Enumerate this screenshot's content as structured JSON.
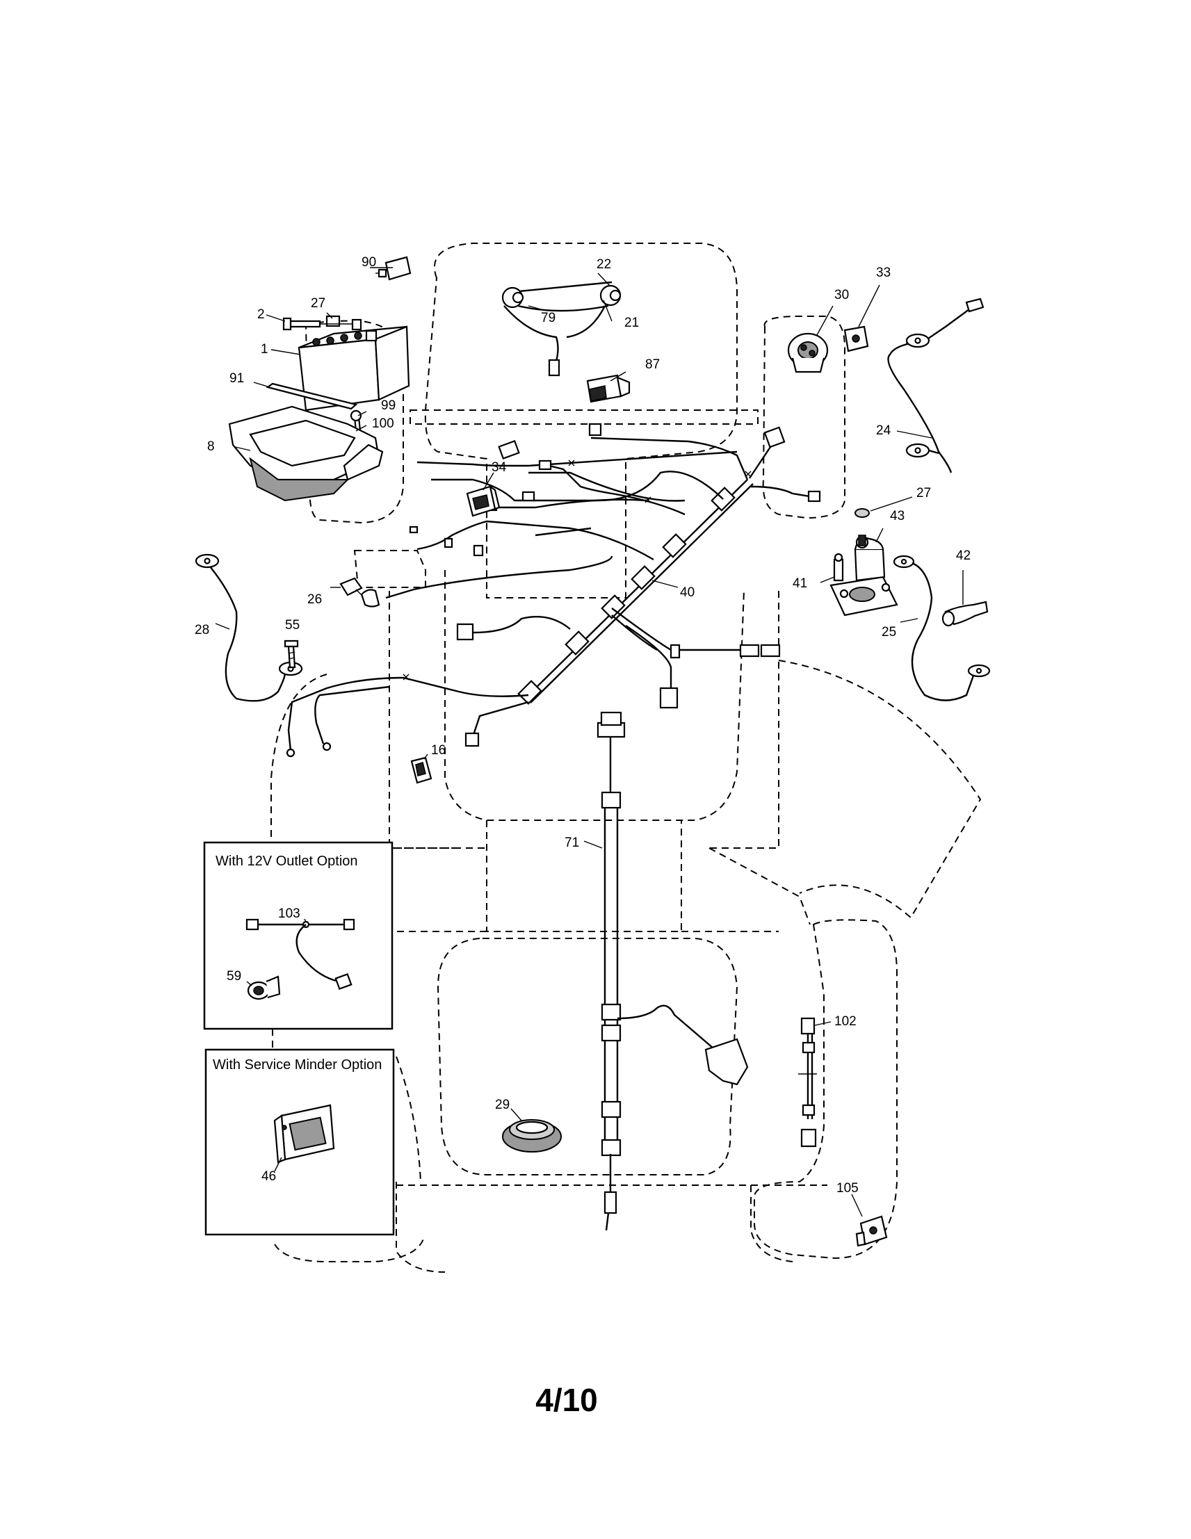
{
  "page": {
    "number": "4/10"
  },
  "options": {
    "outlet_title": "With 12V Outlet Option",
    "service_title": "With Service Minder Option"
  },
  "callouts": {
    "c1": "1",
    "c2": "2",
    "c8": "8",
    "c16": "16",
    "c21": "21",
    "c22": "22",
    "c24": "24",
    "c25": "25",
    "c26": "26",
    "c27a": "27",
    "c27b": "27",
    "c28": "28",
    "c29": "29",
    "c30": "30",
    "c33": "33",
    "c34": "34",
    "c40": "40",
    "c41": "41",
    "c42": "42",
    "c43": "43",
    "c46": "46",
    "c55": "55",
    "c59": "59",
    "c71": "71",
    "c79": "79",
    "c87": "87",
    "c90": "90",
    "c91": "91",
    "c99": "99",
    "c100": "100",
    "c102": "102",
    "c103": "103",
    "c105": "105"
  }
}
